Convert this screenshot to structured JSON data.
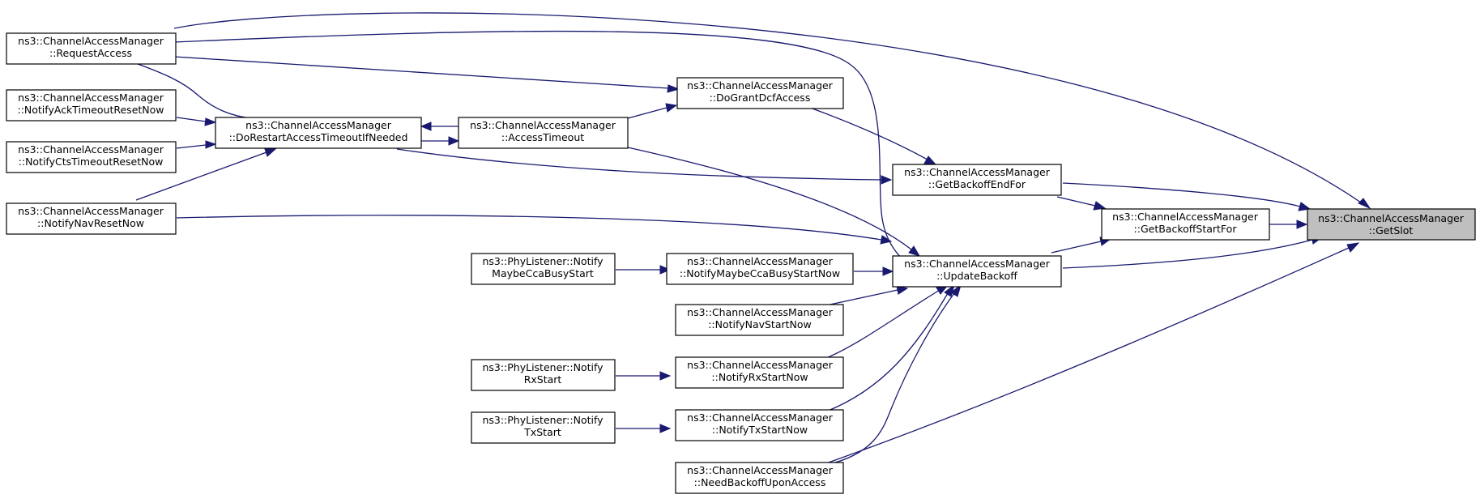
{
  "colors": {
    "edge": "#191970",
    "highlight_fill": "#bfbfbf",
    "box_stroke": "#000000"
  },
  "nodes": {
    "get_slot": {
      "line1": "ns3::ChannelAccessManager",
      "line2": "::GetSlot"
    },
    "request_access": {
      "line1": "ns3::ChannelAccessManager",
      "line2": "::RequestAccess"
    },
    "notify_ack": {
      "line1": "ns3::ChannelAccessManager",
      "line2": "::NotifyAckTimeoutResetNow"
    },
    "notify_cts": {
      "line1": "ns3::ChannelAccessManager",
      "line2": "::NotifyCtsTimeoutResetNow"
    },
    "notify_nav_reset": {
      "line1": "ns3::ChannelAccessManager",
      "line2": "::NotifyNavResetNow"
    },
    "do_restart": {
      "line1": "ns3::ChannelAccessManager",
      "line2": "::DoRestartAccessTimeoutIfNeeded"
    },
    "access_timeout": {
      "line1": "ns3::ChannelAccessManager",
      "line2": "::AccessTimeout"
    },
    "do_grant": {
      "line1": "ns3::ChannelAccessManager",
      "line2": "::DoGrantDcfAccess"
    },
    "get_backoff_end": {
      "line1": "ns3::ChannelAccessManager",
      "line2": "::GetBackoffEndFor"
    },
    "get_backoff_start": {
      "line1": "ns3::ChannelAccessManager",
      "line2": "::GetBackoffStartFor"
    },
    "update_backoff": {
      "line1": "ns3::ChannelAccessManager",
      "line2": "::UpdateBackoff"
    },
    "phy_cca": {
      "line1": "ns3::PhyListener::Notify",
      "line2": "MaybeCcaBusyStart"
    },
    "notify_cca": {
      "line1": "ns3::ChannelAccessManager",
      "line2": "::NotifyMaybeCcaBusyStartNow"
    },
    "notify_nav_start": {
      "line1": "ns3::ChannelAccessManager",
      "line2": "::NotifyNavStartNow"
    },
    "phy_rx": {
      "line1": "ns3::PhyListener::Notify",
      "line2": "RxStart"
    },
    "notify_rx": {
      "line1": "ns3::ChannelAccessManager",
      "line2": "::NotifyRxStartNow"
    },
    "phy_tx": {
      "line1": "ns3::PhyListener::Notify",
      "line2": "TxStart"
    },
    "notify_tx": {
      "line1": "ns3::ChannelAccessManager",
      "line2": "::NotifyTxStartNow"
    },
    "need_backoff": {
      "line1": "ns3::ChannelAccessManager",
      "line2": "::NeedBackoffUponAccess"
    }
  }
}
